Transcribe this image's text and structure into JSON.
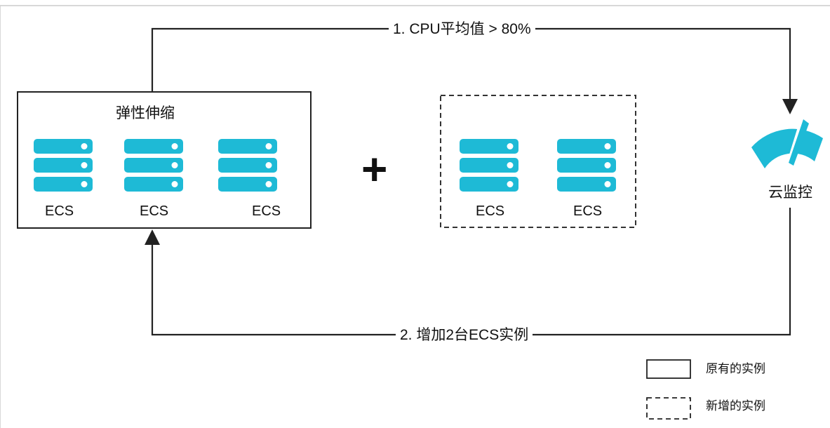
{
  "flow": {
    "step1": "1. CPU平均值 > 80%",
    "step2": "2. 增加2台ECS实例"
  },
  "scaling_group": {
    "title": "弹性伸缩",
    "instances": [
      "ECS",
      "ECS",
      "ECS"
    ]
  },
  "new_group": {
    "instances": [
      "ECS",
      "ECS"
    ]
  },
  "operator": "+",
  "monitor": {
    "label": "云监控",
    "icon": "gauge-icon"
  },
  "legend": {
    "existing": "原有的实例",
    "added": "新增的实例"
  },
  "colors": {
    "server": "#1ebad6",
    "line": "#222222",
    "border": "#cccccc"
  }
}
